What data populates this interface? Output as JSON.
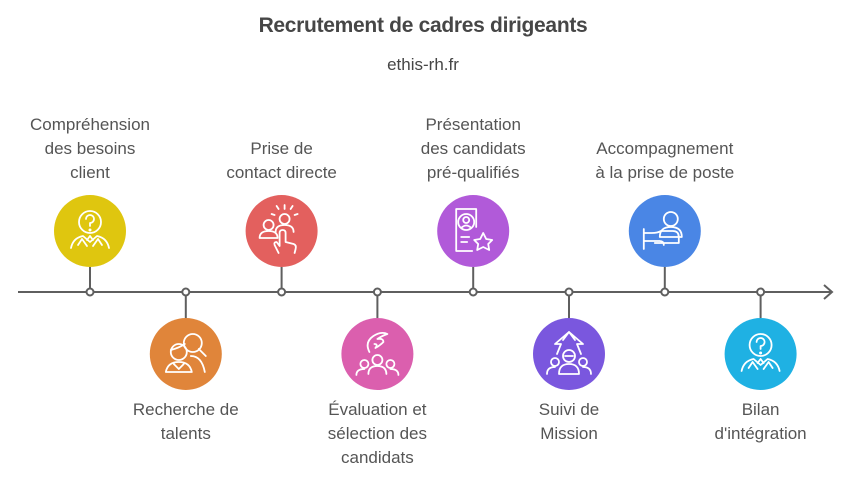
{
  "header": {
    "title": "Recrutement de cadres dirigeants",
    "subtitle": "ethis-rh.fr"
  },
  "colors": {
    "axis": "#5f5f5f",
    "label_text": "#555555"
  },
  "steps": [
    {
      "label": "Compréhension\ndes besoins\nclient",
      "position": "top",
      "color": "#dfc60f",
      "icon": "question-person-icon"
    },
    {
      "label": "Recherche de\ntalents",
      "position": "bottom",
      "color": "#e0853a",
      "icon": "talent-search-icon"
    },
    {
      "label": "Prise de\ncontact directe",
      "position": "top",
      "color": "#e3605e",
      "icon": "contact-hand-icon"
    },
    {
      "label": "Évaluation et\nsélection des\ncandidats",
      "position": "bottom",
      "color": "#db5fae",
      "icon": "selection-group-icon"
    },
    {
      "label": "Présentation\ndes candidats\npré-qualifiés",
      "position": "top",
      "color": "#b15ad9",
      "icon": "profile-star-icon"
    },
    {
      "label": "Suivi de\nMission",
      "position": "bottom",
      "color": "#7a57de",
      "icon": "team-growth-icon"
    },
    {
      "label": "Accompagnement\nà la prise de poste",
      "position": "top",
      "color": "#4a86e5",
      "icon": "onboarding-hand-icon"
    },
    {
      "label": "Bilan\nd'intégration",
      "position": "bottom",
      "color": "#1fb1e3",
      "icon": "question-person-icon"
    }
  ]
}
